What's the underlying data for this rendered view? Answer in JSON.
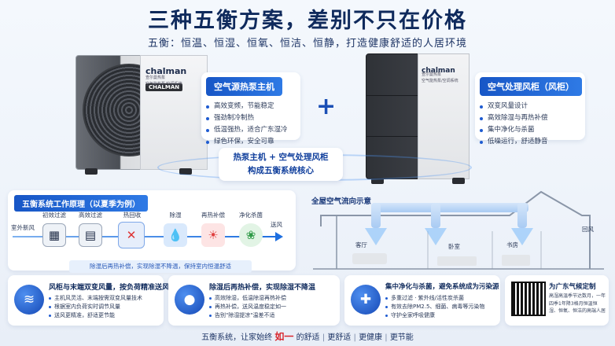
{
  "header": {
    "title": "三种五衡方案，差别不只在价格",
    "subtitle": "五衡：恒温、恒湿、恒氧、恒洁、恒静，打造健康舒适的人居环境"
  },
  "brand": {
    "name": "chalman",
    "plate": "CHALMAN",
    "cn": "查尔曼热泵",
    "sub": "空气能热泵/空调系统"
  },
  "heatpump": {
    "title": "空气源热泵主机",
    "features": [
      "高效变频，节能稳定",
      "强劲制冷制热",
      "低温强热，适合广东湿冷",
      "绿色环保，安全可靠"
    ]
  },
  "ahu": {
    "title": "空气处理风柜（风柜）",
    "features": [
      "双变风量设计",
      "高效除湿与再热补偿",
      "集中净化与杀菌",
      "低噪运行，舒适静音"
    ]
  },
  "plus_sign": "+",
  "core": {
    "line1": "热泵主机 + 空气处理风柜",
    "line2": "构成五衡系统核心"
  },
  "principle": {
    "title": "五衡系统工作原理（以夏季为例）",
    "inlet": "室外新风",
    "outlet": "送风",
    "stages": [
      {
        "label": "初效过滤",
        "icon": "filter-icon"
      },
      {
        "label": "高效过滤",
        "icon": "hepa-filter-icon"
      },
      {
        "label": "热回收",
        "icon": "heat-recovery-icon"
      },
      {
        "label": "除湿",
        "icon": "water-drop-icon"
      },
      {
        "label": "再热补偿",
        "icon": "sun-icon"
      },
      {
        "label": "净化杀菌",
        "icon": "leaf-icon"
      }
    ],
    "note": "除湿后再热补偿，实现除湿不降温，保持室内恒温舒适"
  },
  "house": {
    "title": "全屋空气流向示意",
    "rooms": [
      "客厅",
      "卧室",
      "书房"
    ],
    "return": "回风"
  },
  "cards": [
    {
      "title": "风柜与末端双变风量，按负荷精准送风",
      "icon": "wind-icon",
      "items": [
        "主机风灵活、末端按需双变风量技术",
        "根据室内负荷实时调节风量",
        "送风更精准，舒适更节能"
      ]
    },
    {
      "title": "除湿后再热补偿，实现除湿不降温",
      "icon": "droplet-icon",
      "items": [
        "高效除湿，低温除湿再热补偿",
        "再热补偿，送风温度稳定如一",
        "告别\"除湿提凉\"温差不适"
      ]
    },
    {
      "title": "集中净化与杀菌，避免系统成为污染源",
      "icon": "shield-plus-icon",
      "items": [
        "多重过滤 · 紫外线/活性炭杀菌",
        "有效去除PM2.5、细菌、病毒等污染物",
        "守护全家呼吸健康"
      ]
    }
  ],
  "qr": {
    "tag": "为广东气候定制",
    "text": "高湿高温季节达数月，一年四季1年降3格月恒温恒湿、恒氧、恒洁的高端人居"
  },
  "footer": {
    "prefix": "五衡系统，让家始终",
    "emphasis": "如一",
    "suffix": "的舒适",
    "tags": [
      "更舒适",
      "更健康",
      "更节能"
    ]
  }
}
